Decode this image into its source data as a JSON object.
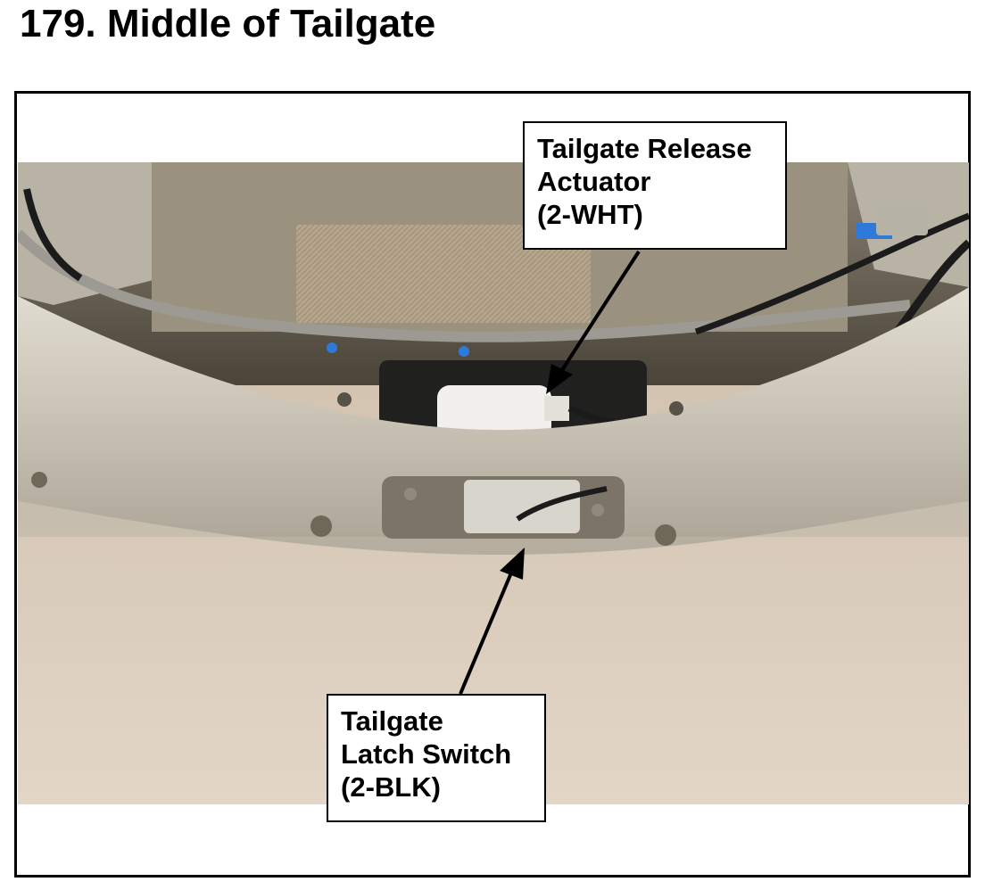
{
  "title": "179.  Middle of Tailgate",
  "callouts": {
    "actuator": {
      "lines": [
        "Tailgate Release",
        "Actuator",
        "(2-WHT)"
      ]
    },
    "latch_switch": {
      "lines": [
        "Tailgate",
        "Latch Switch",
        "(2-BLK)"
      ]
    }
  },
  "colors": {
    "panel_silver": "#c9c3b6",
    "floor_beige": "#d6c7b3",
    "cavity_dark": "#5c5548",
    "harness_black": "#1b1b1b",
    "connector_blue": "#2f7ad8",
    "actuator_white": "#f1f0ec"
  }
}
